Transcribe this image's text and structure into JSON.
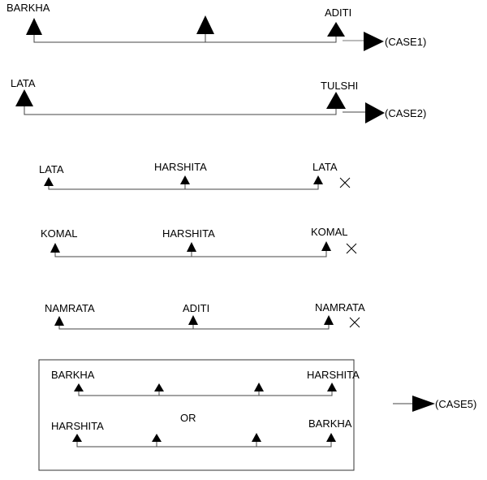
{
  "rows": [
    {
      "left": "BARKHA",
      "right": "ADITI",
      "result": "(CASE1)"
    },
    {
      "left": "LATA",
      "right": "TULSHI",
      "result": "(CASE2)"
    },
    {
      "left": "LATA",
      "middle": "HARSHITA",
      "right": "LATA",
      "result": "invalid"
    },
    {
      "left": "KOMAL",
      "middle": "HARSHITA",
      "right": "KOMAL",
      "result": "invalid"
    },
    {
      "left": "NAMRATA",
      "middle": "ADITI",
      "right": "NAMRATA",
      "result": "invalid"
    }
  ],
  "case5": {
    "option1": {
      "left": "BARKHA",
      "right": "HARSHITA"
    },
    "separator": "OR",
    "option2": {
      "left": "HARSHITA",
      "right": "BARKHA"
    },
    "result": "(CASE5)"
  }
}
